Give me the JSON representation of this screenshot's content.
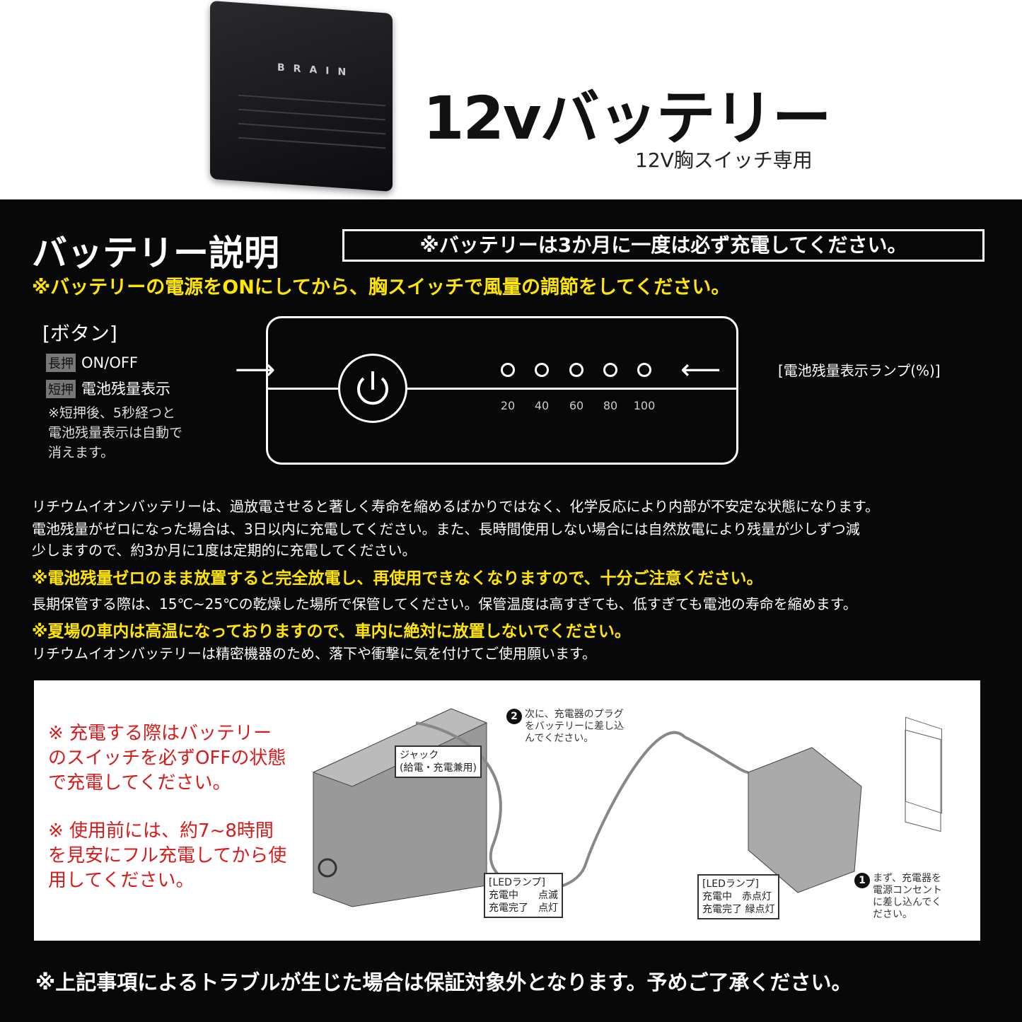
{
  "header": {
    "brand_logo": "BRAIN",
    "title": "12vバッテリー",
    "subtitle": "12V胸スイッチ専用"
  },
  "section": {
    "title": "バッテリー説明",
    "notice": "※バッテリーは3か月に一度は必ず充電してください。",
    "yellow_note": "※バッテリーの電源をONにしてから、胸スイッチで風量の調節をしてください。"
  },
  "button_info": {
    "heading": "[ボタン]",
    "long_press_tag": "長押",
    "long_press_action": "ON/OFF",
    "short_press_tag": "短押",
    "short_press_action": "電池残量表示",
    "note": [
      "※短押後、5秒経つと",
      "電池残量表示は自動で",
      "消えます。"
    ]
  },
  "panel": {
    "lamp_label": "[電池残量表示ランプ(%)]",
    "levels": [
      "20",
      "40",
      "60",
      "80",
      "100"
    ]
  },
  "body": {
    "p1": "リチウムイオンバッテリーは、過放電させると著しく寿命を縮めるばかりではなく、化学反応により内部が不安定な状態になります。",
    "p2": "電池残量がゼロになった場合は、3日以内に充電してください。また、長時間使用しない場合には自然放電により残量が少しずつ減",
    "p3": "少しますので、約3か月に1度は定期的に充電してください。",
    "y1": "※電池残量ゼロのまま放置すると完全放電し、再使用できなくなりますので、十分ご注意ください。",
    "p4": "長期保管する際は、15℃~25℃の乾燥した場所で保管してください。保管温度は高すぎても、低すぎても電池の寿命を縮めます。",
    "y2": "※夏場の車内は高温になっておりますので、車内に絶対に放置しないでください。",
    "p5": "リチウムイオンバッテリーは精密機器のため、落下や衝撃に気を付けてご使用願います。"
  },
  "diagram": {
    "red1": [
      "※ 充電する際はバッテリー",
      "のスイッチを必ずOFFの状態",
      "で充電してください。"
    ],
    "red2": [
      "※ 使用前には、約7~8時間",
      "を見安にフル充電してから使",
      "用してください。"
    ],
    "jack": "ジャック\n(給電・充電兼用)",
    "step2_num": "2",
    "step2": "次に、充電器のプラグ\nをバッテリーに差し込\nんでください。",
    "step1_num": "1",
    "step1": "まず、充電器を\n電源コンセント\nに差し込んでく\nださい。",
    "led_battery": "[LEDランプ]\n充電中　　点滅\n充電完了　点灯",
    "led_charger": "[LEDランプ]\n充電中　赤点灯\n充電完了 緑点灯"
  },
  "footer": "※上記事項によるトラブルが生じた場合は保証対象外となります。予めご了承ください。"
}
